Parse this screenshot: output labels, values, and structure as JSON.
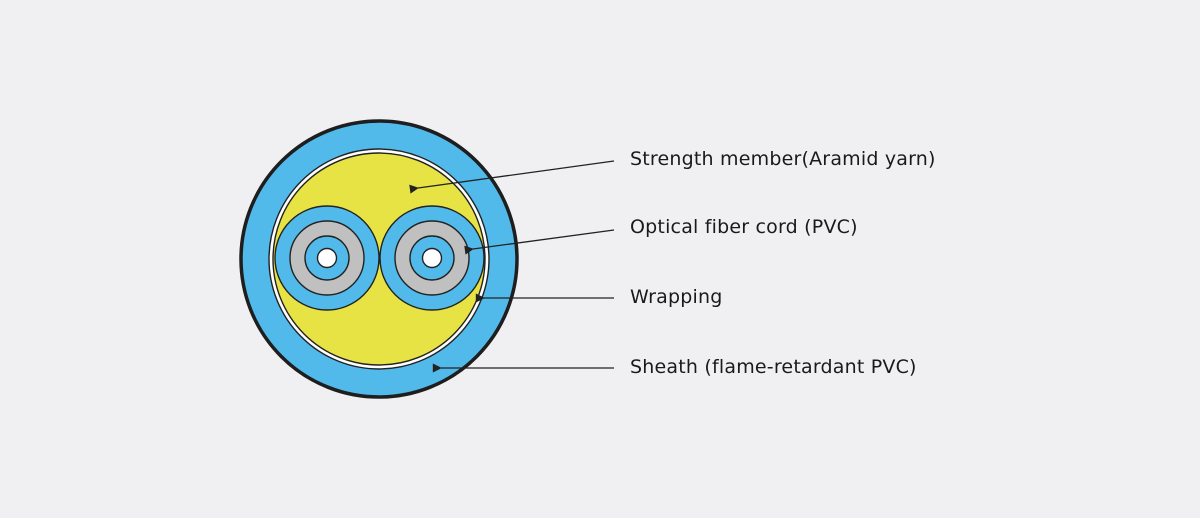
{
  "labels": {
    "strength_member": "Strength member(Aramid yarn)",
    "optical_fiber_cord": "Optical fiber cord (PVC)",
    "wrapping": "Wrapping",
    "sheath": "Sheath (flame-retardant PVC)"
  },
  "colors": {
    "background": "#f0f0f2",
    "sheath": "#52baea",
    "strength_member": "#e8e345",
    "fiber_buffer": "#c0c0c0",
    "outline": "#222222",
    "wrapping": "#ffffff"
  }
}
